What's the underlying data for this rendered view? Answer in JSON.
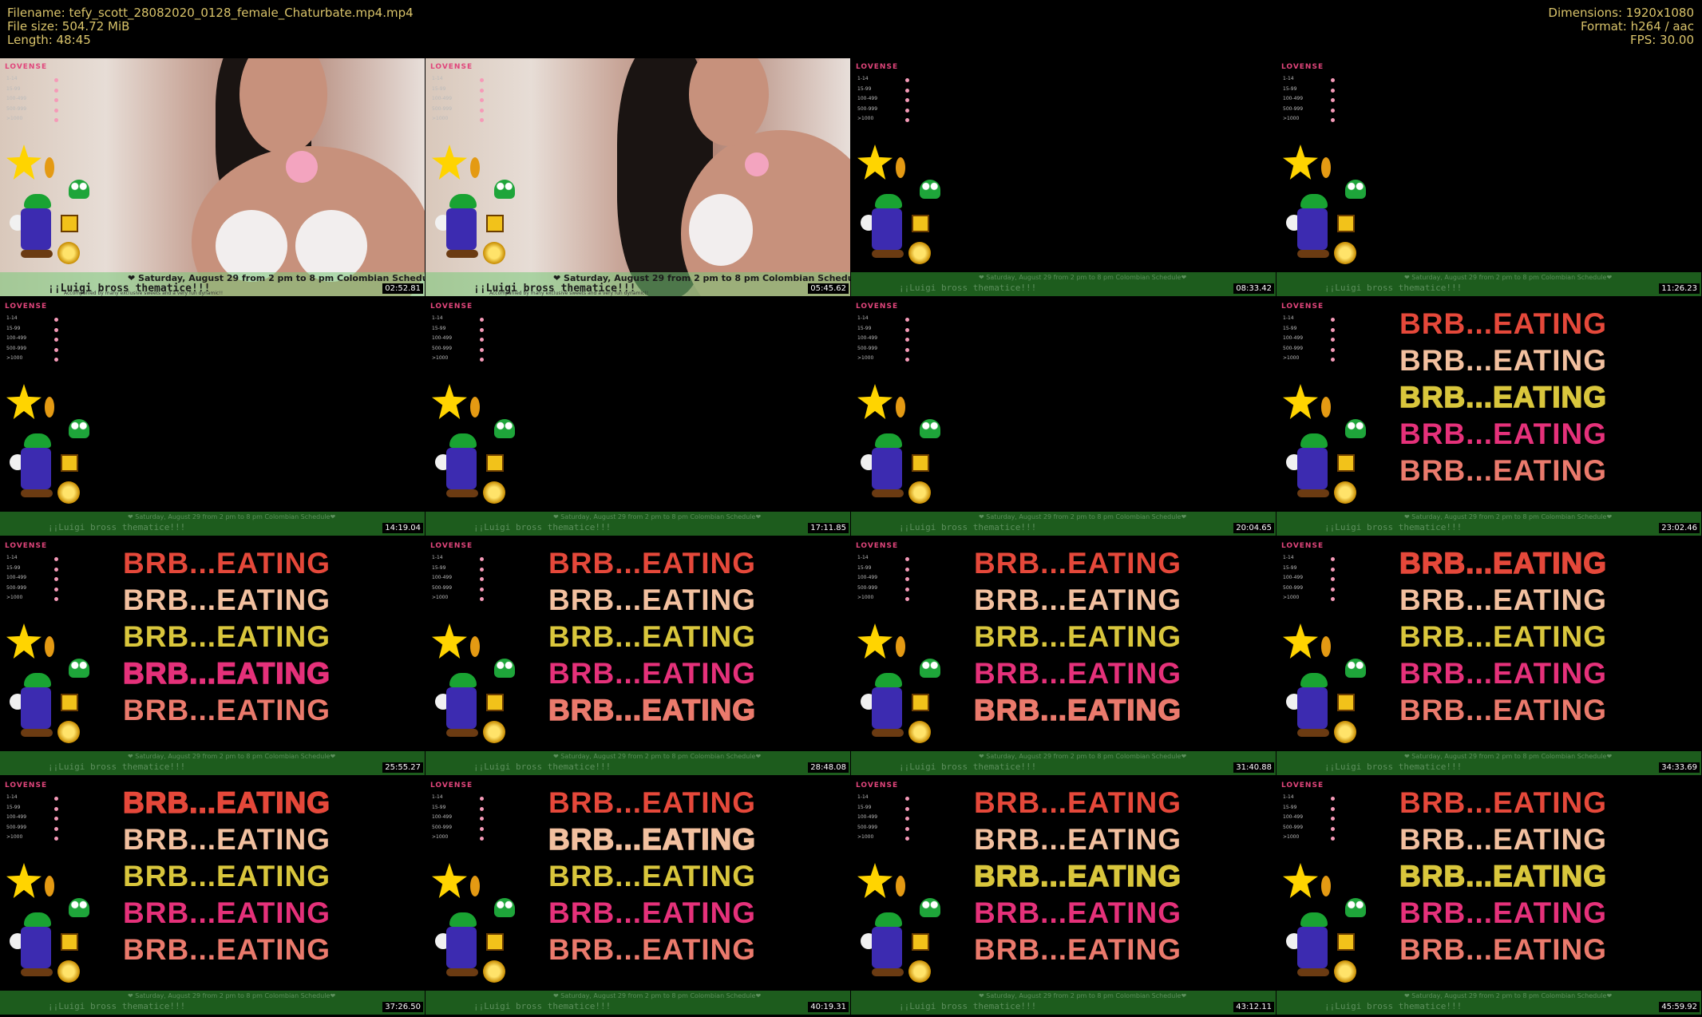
{
  "header": {
    "filename": "Filename: tefy_scott_28082020_0128_female_Chaturbate.mp4.mp4",
    "filesize": "File size: 504.72 MiB",
    "length": "Length: 48:45",
    "dimensions": "Dimensions: 1920x1080",
    "format": "Format: h264 / aac",
    "fps": "FPS: 30.00"
  },
  "overlay": {
    "lovense": "LOVENSE",
    "levels": [
      "1-14",
      "15-99",
      "100-499",
      "500-999",
      ">1000"
    ],
    "ticker_line1": "❤ Saturday, August 29 from 2 pm to 8 pm Colombian Schedule❤",
    "ticker_line2": "¡¡Luigi bross thematice!!!",
    "ticker_line3": "Accompanied by many exclusive sweets and a very fun dynamic!!"
  },
  "brb": {
    "text": "BRB...EATING",
    "colors": [
      "#e5483a",
      "#f2c09f",
      "#d9c63c",
      "#e5317a",
      "#ea7a6c"
    ]
  },
  "thumbs": [
    {
      "time": "02:52.81",
      "scene": "cam",
      "brb": []
    },
    {
      "time": "05:45.62",
      "scene": "cam",
      "brb": []
    },
    {
      "time": "08:33.42",
      "scene": "dark",
      "brb": []
    },
    {
      "time": "11:26.23",
      "scene": "dark",
      "brb": []
    },
    {
      "time": "14:19.04",
      "scene": "dark",
      "brb": []
    },
    {
      "time": "17:11.85",
      "scene": "dark",
      "brb": []
    },
    {
      "time": "20:04.65",
      "scene": "dark",
      "brb": []
    },
    {
      "time": "23:02.46",
      "scene": "dark",
      "brb": [
        "f",
        "f",
        "o",
        "f",
        "f"
      ]
    },
    {
      "time": "25:55.27",
      "scene": "dark",
      "brb": [
        "f",
        "f",
        "f",
        "o",
        "f"
      ]
    },
    {
      "time": "28:48.08",
      "scene": "dark",
      "brb": [
        "f",
        "f",
        "f",
        "f",
        "o"
      ]
    },
    {
      "time": "31:40.88",
      "scene": "dark",
      "brb": [
        "f",
        "f",
        "f",
        "f",
        "o"
      ]
    },
    {
      "time": "34:33.69",
      "scene": "dark",
      "brb": [
        "o",
        "f",
        "f",
        "f",
        "f"
      ]
    },
    {
      "time": "37:26.50",
      "scene": "dark",
      "brb": [
        "o",
        "f",
        "f",
        "f",
        "f"
      ]
    },
    {
      "time": "40:19.31",
      "scene": "dark",
      "brb": [
        "f",
        "o",
        "f",
        "f",
        "f"
      ]
    },
    {
      "time": "43:12.11",
      "scene": "dark",
      "brb": [
        "f",
        "f",
        "o",
        "f",
        "f"
      ]
    },
    {
      "time": "45:59.92",
      "scene": "dark",
      "brb": [
        "f",
        "f",
        "o",
        "f",
        "f"
      ]
    }
  ]
}
